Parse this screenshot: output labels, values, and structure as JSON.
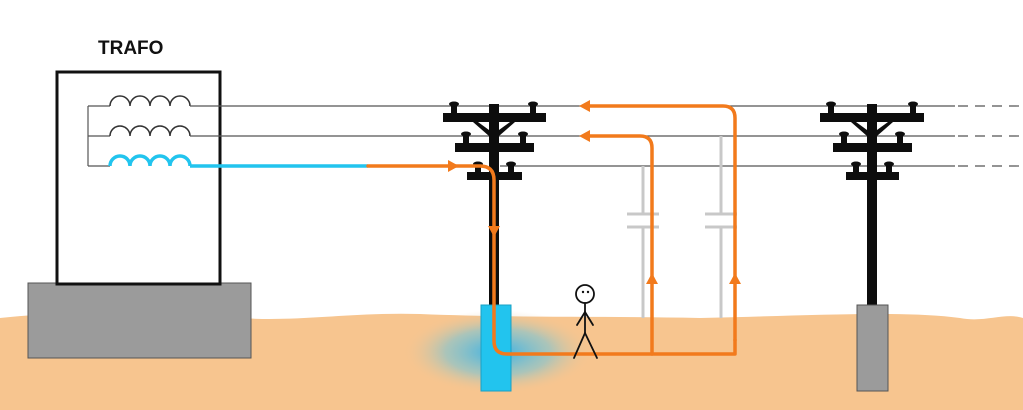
{
  "title": "TRAFO",
  "colors": {
    "ground": "#f7c58f",
    "fault_current": "#f27a1c",
    "faulted_phase": "#22c4ee",
    "concrete": "#9b9b9b",
    "pole": "#0d0d0d",
    "capacitance": "#c8c8c8",
    "wire": "#555555",
    "ground_glow": "#3fb4e6"
  },
  "elements": {
    "transformer": "transformer-housing",
    "poles": 2,
    "capacitances": 2,
    "person": "person-icon"
  }
}
